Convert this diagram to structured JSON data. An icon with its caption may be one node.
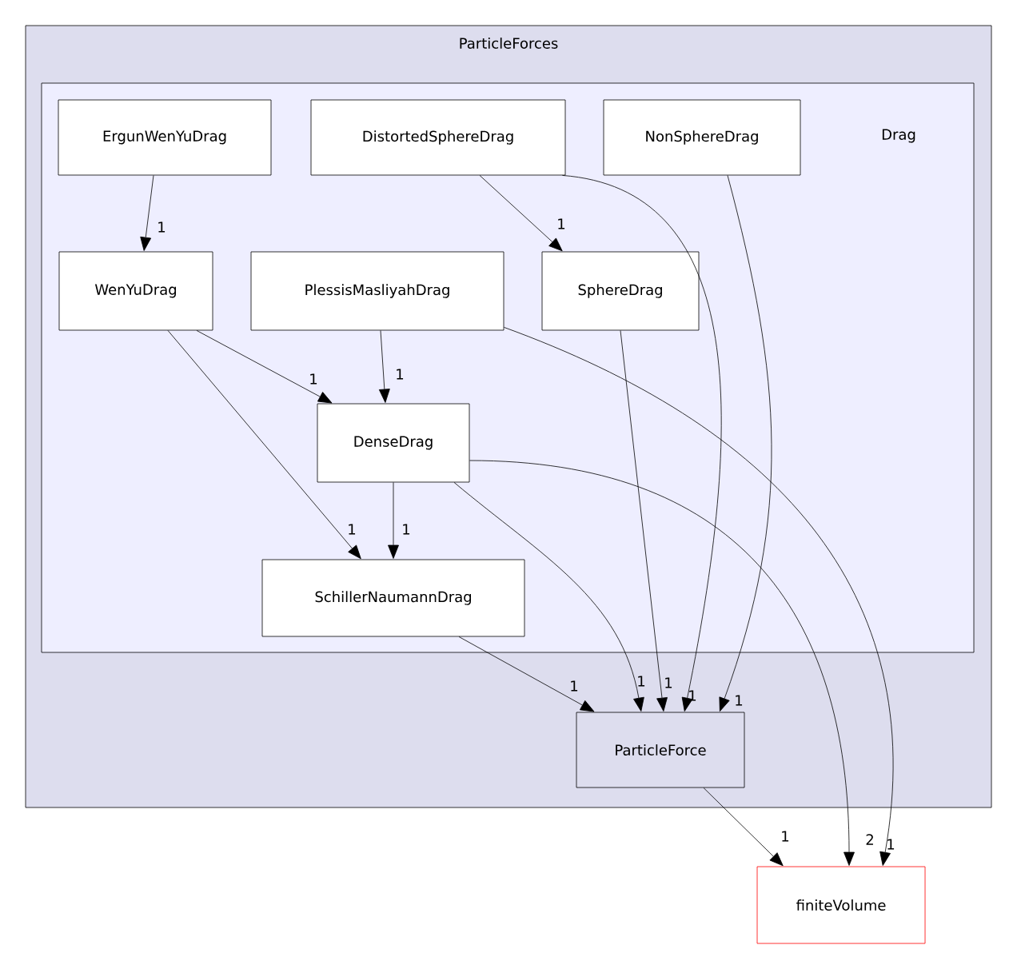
{
  "diagram": {
    "nodes": [
      {
        "text": [
          "ParticleForces"
        ]
      },
      {
        "text": [
          "Drag"
        ],
        "in": 0
      },
      {
        "text": [
          "ErgunWenYuDrag"
        ],
        "in": 1
      },
      {
        "text": [
          "DistortedSphereDrag"
        ],
        "in": 1
      },
      {
        "text": [
          "NonSphereDrag"
        ],
        "in": 1
      },
      {
        "text": [
          "WenYuDrag"
        ],
        "in": 1
      },
      {
        "text": [
          "PlessisMasliyahDrag"
        ],
        "in": 1
      },
      {
        "text": [
          "SphereDrag"
        ],
        "in": 1
      },
      {
        "text": [
          "DenseDrag"
        ],
        "in": 1
      },
      {
        "text": [
          "SchillerNaumannDrag"
        ],
        "in": 1
      },
      {
        "text": [
          "ParticleForce"
        ],
        "in": 0
      },
      {
        "text": [
          "finiteVolume"
        ]
      }
    ],
    "edges": [
      {
        "from": 2,
        "to": 5,
        "arrow": "to",
        "label": "1"
      },
      {
        "from": 3,
        "to": 7,
        "arrow": "to",
        "label": "1"
      },
      {
        "from": 3,
        "to": 10,
        "arrow": "to",
        "label": "1"
      },
      {
        "from": 4,
        "to": 10,
        "arrow": "to",
        "label": "1"
      },
      {
        "from": 5,
        "to": 8,
        "arrow": "to",
        "label": "1"
      },
      {
        "from": 5,
        "to": 9,
        "arrow": "to",
        "label": "1"
      },
      {
        "from": 6,
        "to": 8,
        "arrow": "to",
        "label": "1"
      },
      {
        "from": 6,
        "to": 11,
        "arrow": "to",
        "label": "1"
      },
      {
        "from": 7,
        "to": 10,
        "arrow": "to",
        "label": "1"
      },
      {
        "from": 8,
        "to": 9,
        "arrow": "to",
        "label": "1"
      },
      {
        "from": 8,
        "to": 10,
        "arrow": "to",
        "label": "1"
      },
      {
        "from": 8,
        "to": 11,
        "arrow": "to",
        "label": "2"
      },
      {
        "from": 9,
        "to": 10,
        "arrow": "to",
        "label": "1"
      },
      {
        "from": 10,
        "to": 11,
        "arrow": "to",
        "label": "1"
      }
    ]
  }
}
